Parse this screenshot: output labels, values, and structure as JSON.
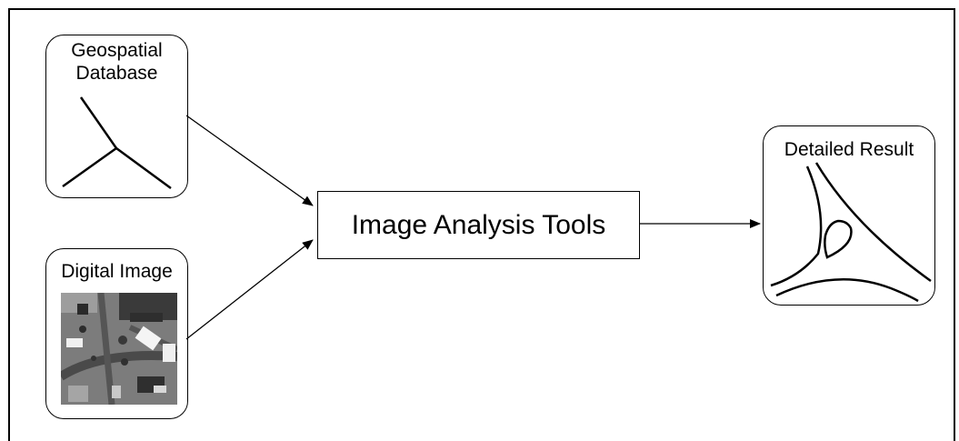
{
  "diagram": {
    "nodes": {
      "geospatial_database": {
        "line1": "Geospatial",
        "line2": "Database"
      },
      "digital_image": {
        "label": "Digital Image"
      },
      "image_analysis_tools": {
        "label": "Image Analysis Tools"
      },
      "detailed_result": {
        "label": "Detailed Result"
      }
    },
    "edges": [
      {
        "from": "geospatial_database",
        "to": "image_analysis_tools"
      },
      {
        "from": "digital_image",
        "to": "image_analysis_tools"
      },
      {
        "from": "image_analysis_tools",
        "to": "detailed_result"
      }
    ]
  }
}
